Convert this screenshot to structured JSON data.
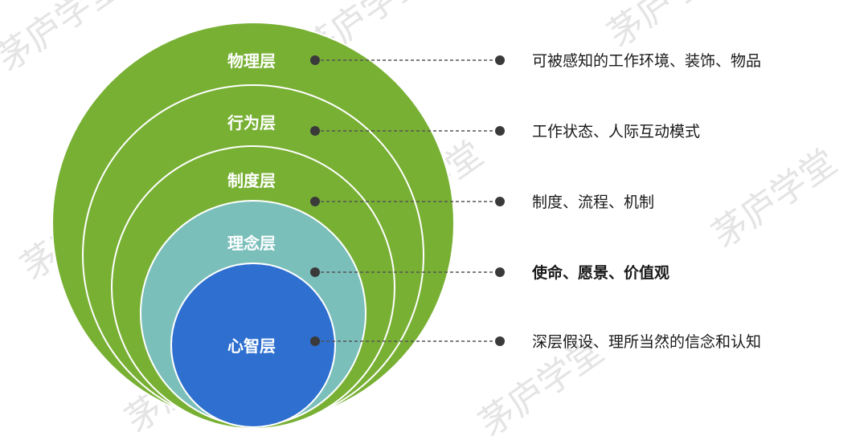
{
  "layers": [
    {
      "label": "物理层",
      "description": "可被感知的工作环境、装饰、物品",
      "color": "#78b034",
      "emphasis": false
    },
    {
      "label": "行为层",
      "description": "工作状态、人际互动模式",
      "color": "#78b034",
      "emphasis": false
    },
    {
      "label": "制度层",
      "description": "制度、流程、机制",
      "color": "#78b034",
      "emphasis": false
    },
    {
      "label": "理念层",
      "description": "使命、愿景、价值观",
      "color": "#7bbfbb",
      "emphasis": true
    },
    {
      "label": "心智层",
      "description": "深层假设、理所当然的信念和认知",
      "color": "#2e6fcf",
      "emphasis": false
    }
  ],
  "watermark": "茅庐学堂",
  "colors": {
    "ring_stroke": "#ffffff",
    "leader_line": "#555555",
    "dot": "#3a3a3a",
    "text": "#1a1a1a",
    "watermark": "#e4e4e4"
  }
}
